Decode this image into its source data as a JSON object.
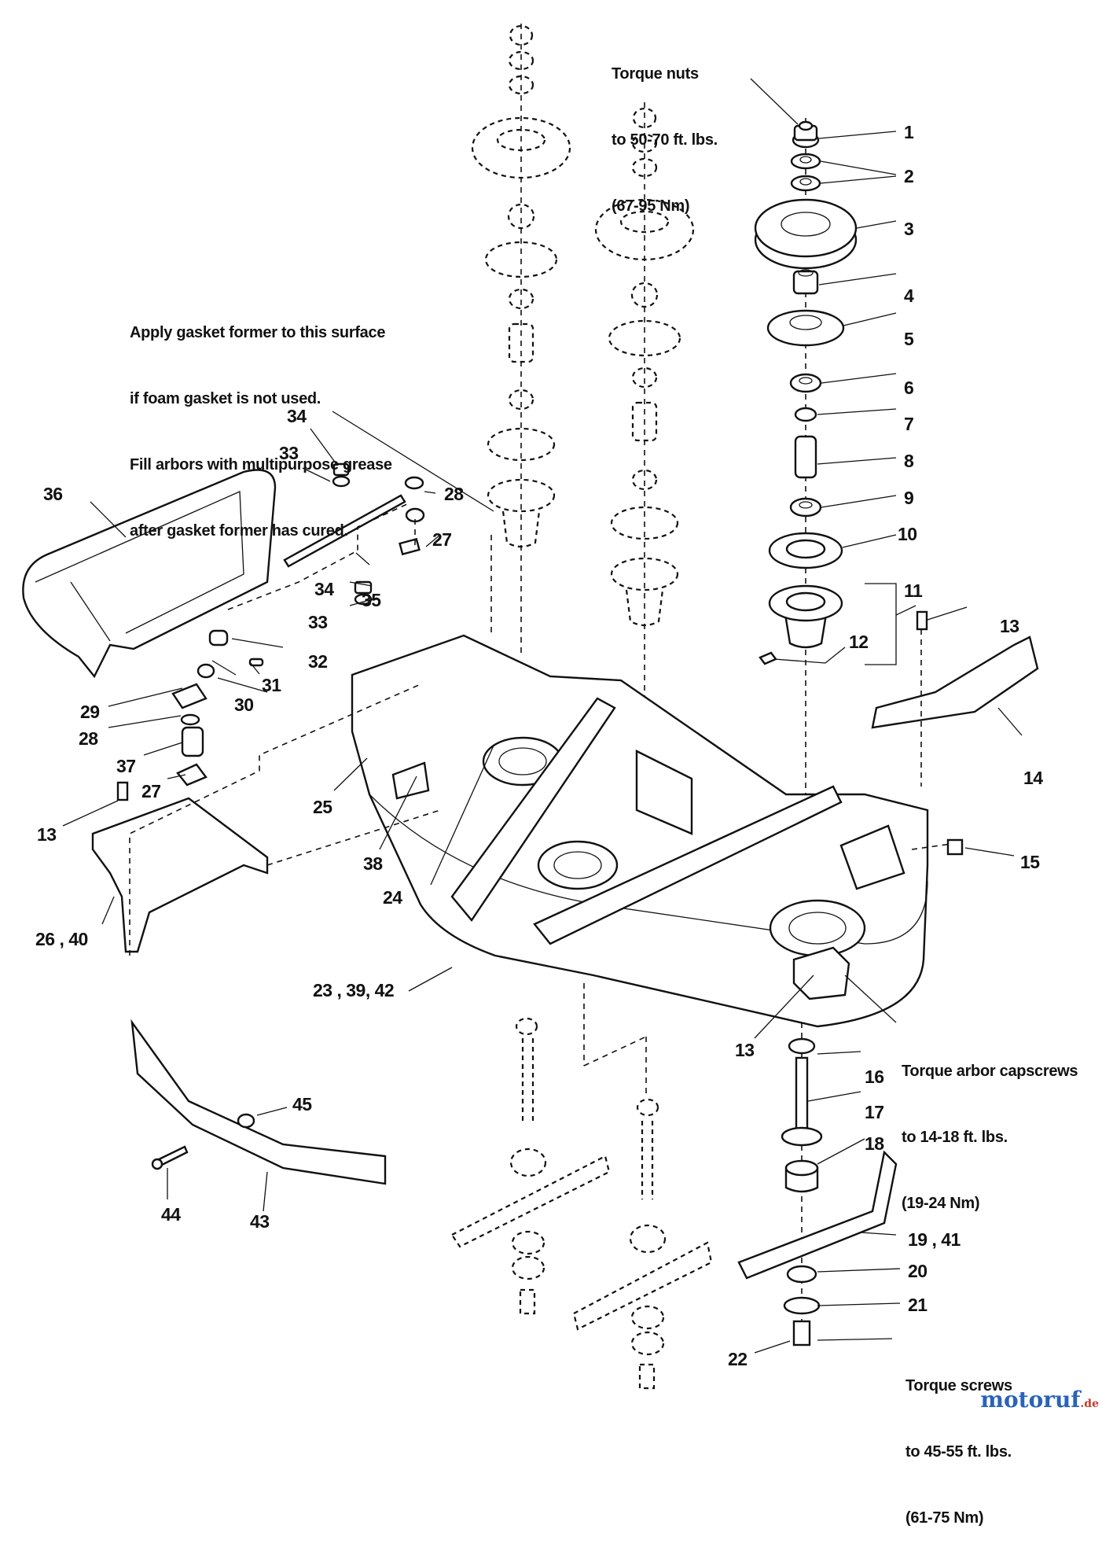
{
  "title": "Mower deck exploded parts diagram",
  "notes": {
    "torque_nuts": [
      "Torque nuts",
      "to 50-70 ft. lbs.",
      "(67-95 Nm)"
    ],
    "gasket": [
      "Apply gasket former to this surface",
      "if foam gasket is not used.",
      "Fill arbors with multipurpose grease",
      "after gasket former has cured."
    ],
    "arbor_capscrews": [
      "Torque arbor capscrews",
      "to 14-18 ft. lbs.",
      "(19-24 Nm)"
    ],
    "torque_screws": [
      "Torque screws",
      "to 45-55 ft. lbs.",
      "(61-75 Nm)"
    ]
  },
  "callouts": {
    "c1": "1",
    "c2": "2",
    "c3": "3",
    "c4": "4",
    "c5": "5",
    "c6": "6",
    "c7": "7",
    "c8": "8",
    "c9": "9",
    "c10": "10",
    "c11": "11",
    "c12": "12",
    "c13a": "13",
    "c13b": "13",
    "c13c": "13",
    "c14": "14",
    "c15": "15",
    "c16": "16",
    "c17": "17",
    "c18": "18",
    "c19_41": "19 , 41",
    "c20": "20",
    "c21": "21",
    "c22": "22",
    "c23_39_42": "23 , 39, 42",
    "c24": "24",
    "c25": "25",
    "c26_40": "26 , 40",
    "c27a": "27",
    "c27b": "27",
    "c28a": "28",
    "c28b": "28",
    "c29": "29",
    "c30": "30",
    "c31": "31",
    "c32": "32",
    "c33a": "33",
    "c33b": "33",
    "c34a": "34",
    "c34b": "34",
    "c35": "35",
    "c36": "36",
    "c37": "37",
    "c38": "38",
    "c43": "43",
    "c44": "44",
    "c45": "45"
  },
  "watermark": {
    "main": "motoruf",
    "suffix": ".de"
  }
}
